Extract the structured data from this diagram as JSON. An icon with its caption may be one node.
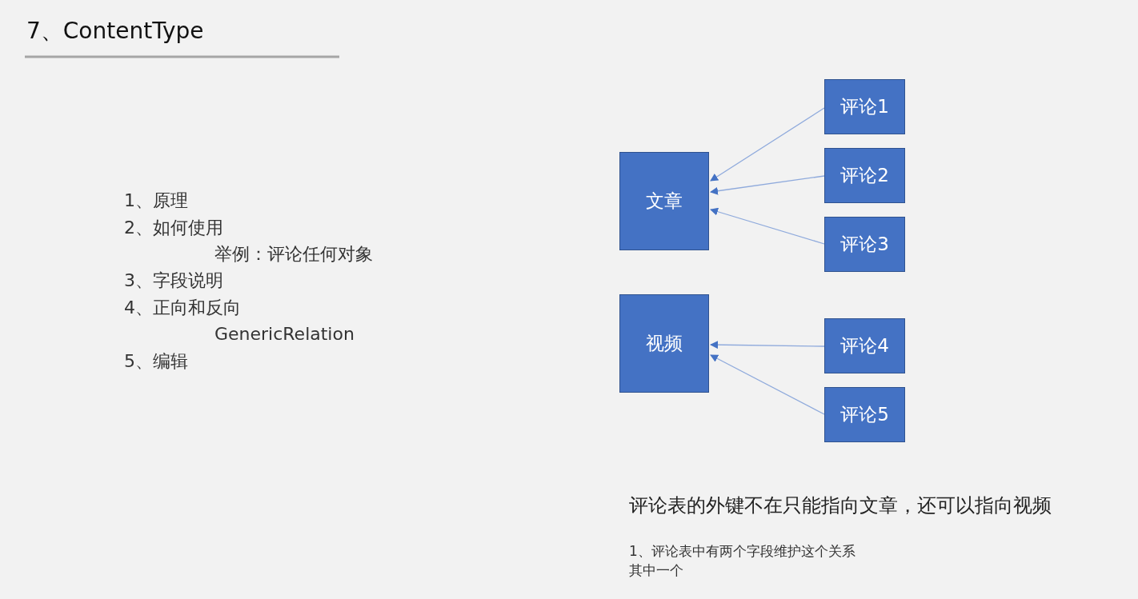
{
  "diagram": {
    "title": "7、ContentType",
    "nodes": [
      {
        "text": [
          "文章"
        ]
      },
      {
        "text": [
          "视频"
        ]
      },
      {
        "text": [
          "评论1"
        ]
      },
      {
        "text": [
          "评论2"
        ]
      },
      {
        "text": [
          "评论3"
        ]
      },
      {
        "text": [
          "评论4"
        ]
      },
      {
        "text": [
          "评论5"
        ]
      }
    ],
    "edges": [
      {
        "from": 2,
        "to": 0,
        "arrow": "to"
      },
      {
        "from": 3,
        "to": 0,
        "arrow": "to"
      },
      {
        "from": 4,
        "to": 0,
        "arrow": "to"
      },
      {
        "from": 5,
        "to": 1,
        "arrow": "to"
      },
      {
        "from": 6,
        "to": 1,
        "arrow": "to"
      }
    ],
    "labels": [
      "1、原理",
      "2、如何使用",
      "举例：评论任何对象",
      "3、字段说明",
      "4、正向和反向",
      "GenericRelation",
      "5、编辑",
      "评论表的外键不在只能指向文章，还可以指向视频",
      "1、评论表中有两个字段维护这个关系",
      "其中一个"
    ]
  }
}
